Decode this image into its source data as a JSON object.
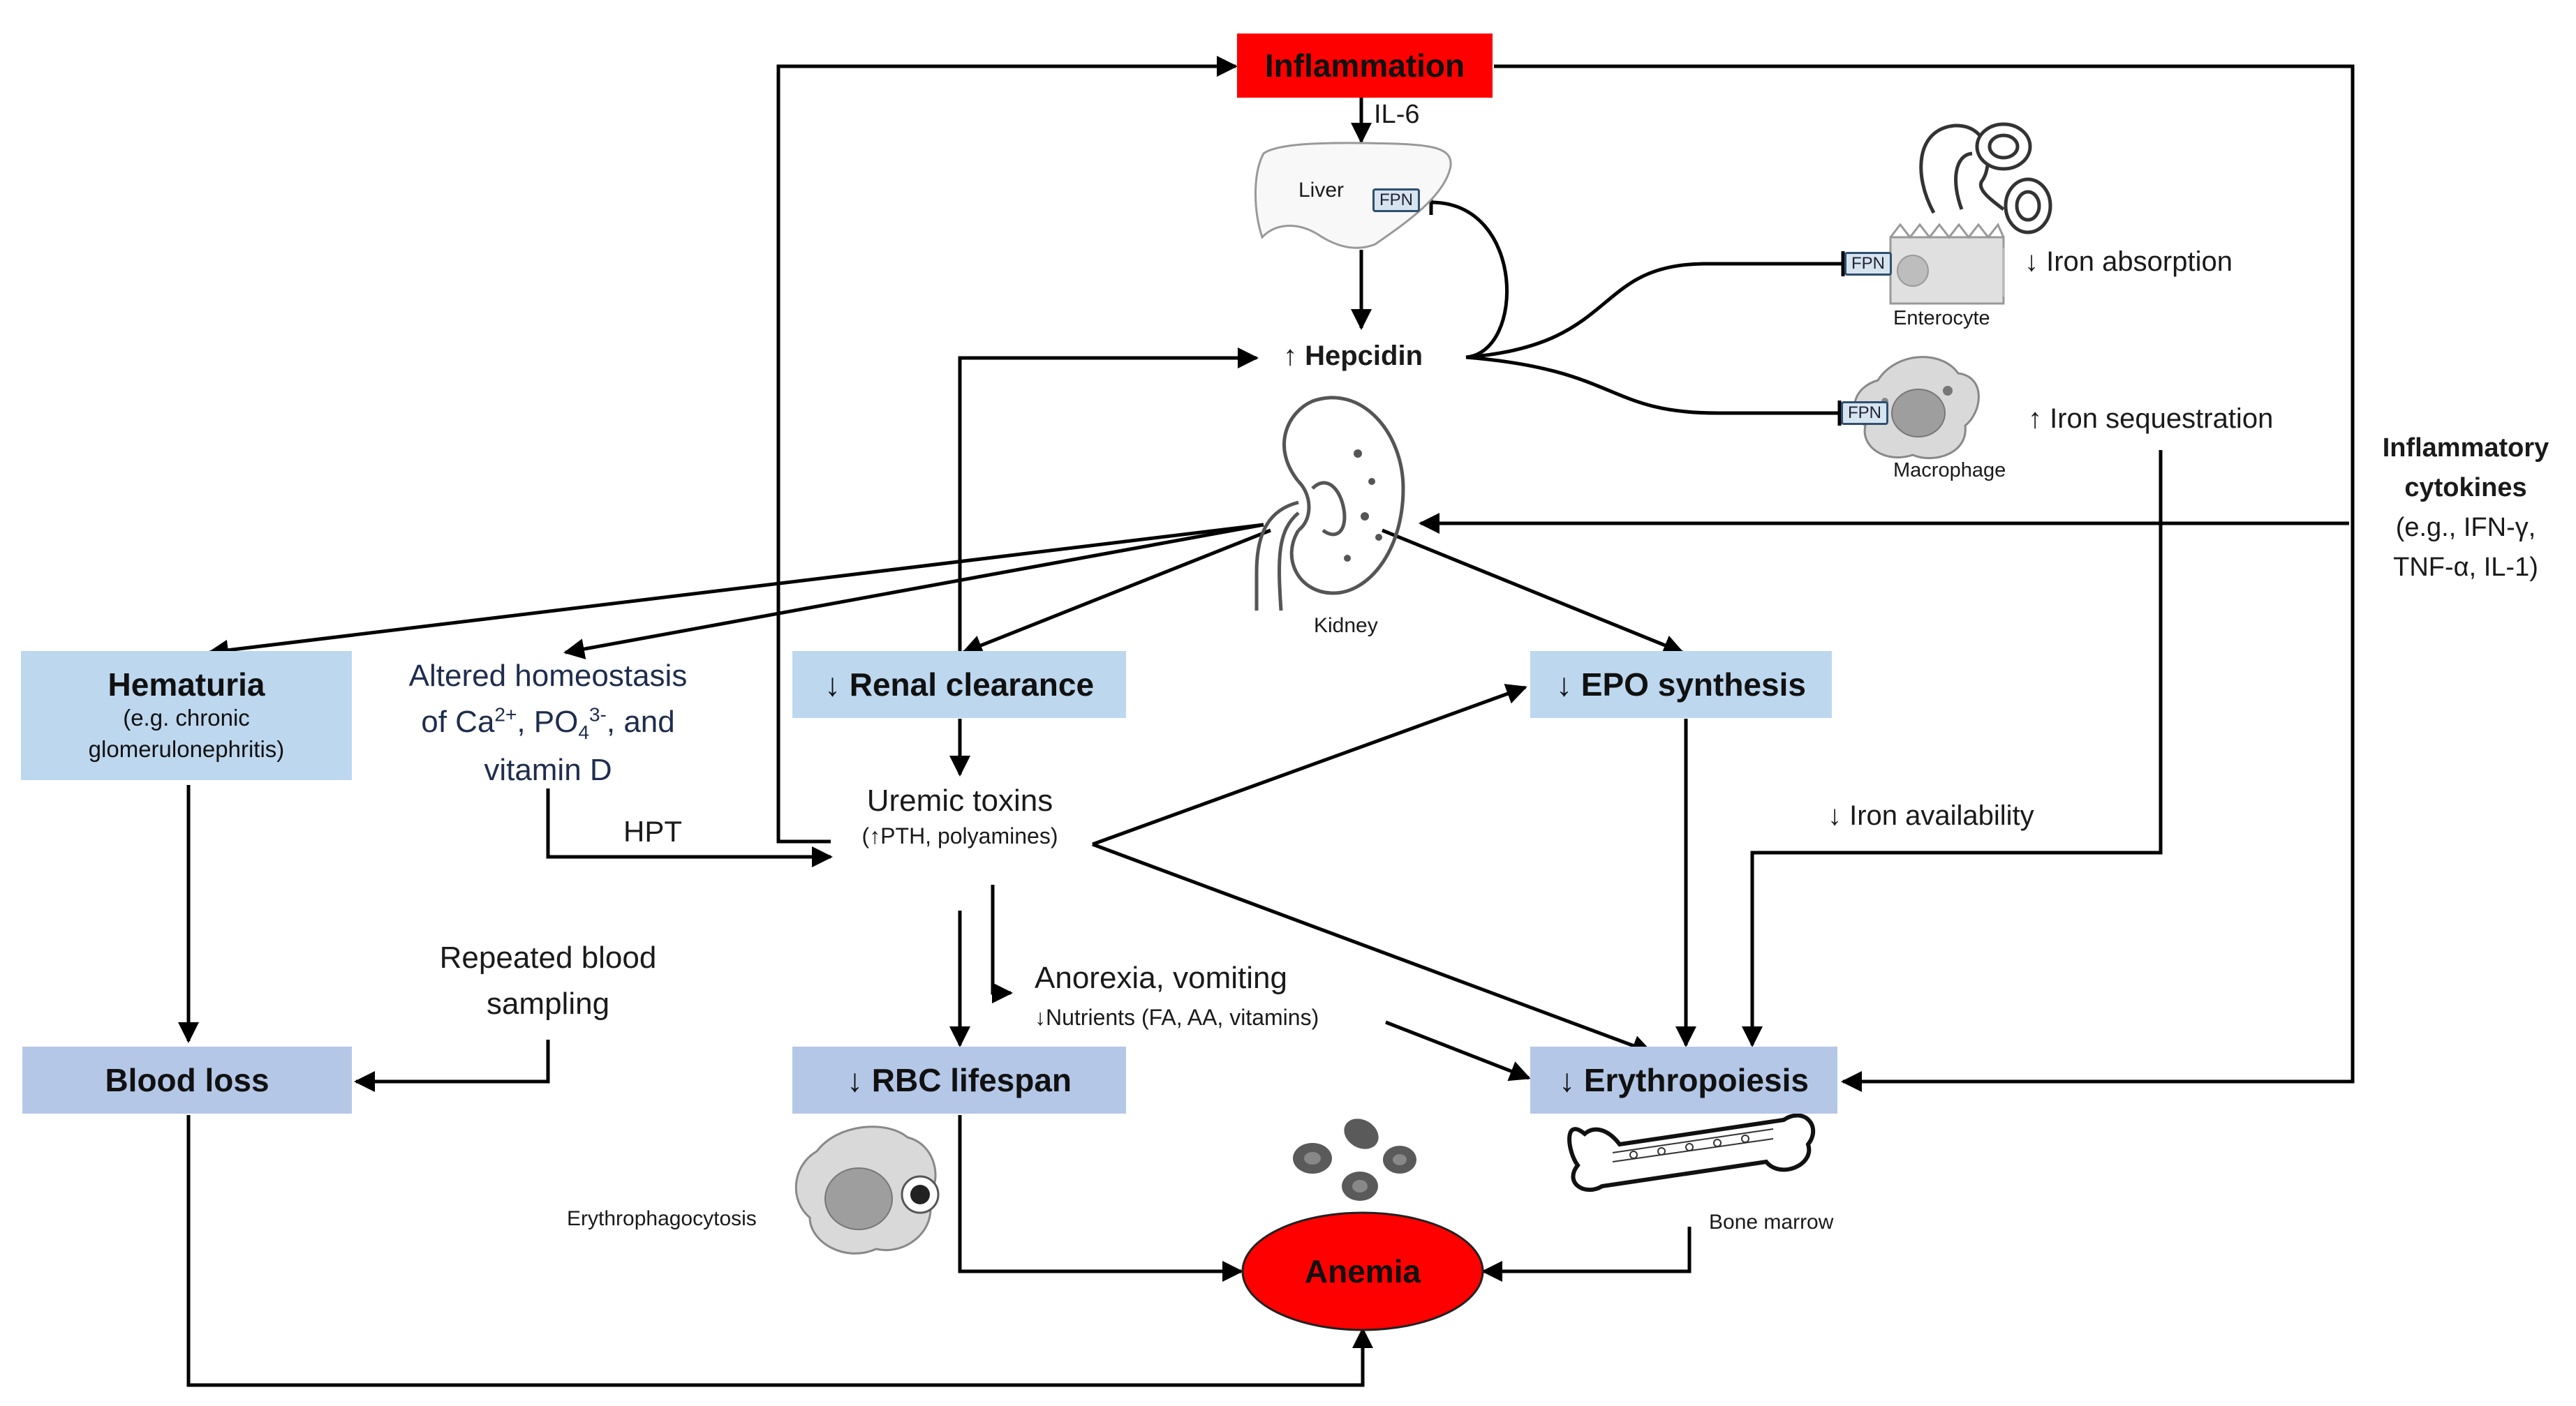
{
  "diagram": {
    "inflammation": "Inflammation",
    "il6": "IL-6",
    "liver": "Liver",
    "fpn": "FPN",
    "hepcidin": "↑ Hepcidin",
    "enterocyte": "Enterocyte",
    "macrophage": "Macrophage",
    "iron_absorption": "↓ Iron absorption",
    "iron_sequestration": "↑ Iron sequestration",
    "inflammatory_cytokines_title": "Inflammatory cytokines",
    "inflammatory_cytokines_line1": "(e.g., IFN-γ,",
    "inflammatory_cytokines_line2": "TNF-α, IL-1)",
    "kidney": "Kidney",
    "hematuria_title": "Hematuria",
    "hematuria_sub1": "(e.g. chronic",
    "hematuria_sub2": "glomerulonephritis)",
    "altered_line1": "Altered homeostasis",
    "altered_line2_a": "of Ca",
    "altered_line2_sup1": "2+",
    "altered_line2_b": ", PO",
    "altered_line2_sub": "4",
    "altered_line2_sup2": "3-",
    "altered_line2_c": ", and",
    "altered_line3": "vitamin D",
    "renal_clearance": "↓ Renal clearance",
    "epo_synthesis": "↓ EPO synthesis",
    "hpt": "HPT",
    "uremic_toxins": "Uremic toxins",
    "uremic_toxins_sub": "(↑PTH, polyamines)",
    "iron_availability": "↓ Iron availability",
    "repeated_line1": "Repeated blood",
    "repeated_line2": "sampling",
    "anorexia": "Anorexia, vomiting",
    "nutrients": "↓Nutrients (FA, AA, vitamins)",
    "blood_loss": "Blood loss",
    "rbc_lifespan": "↓ RBC lifespan",
    "erythropoiesis": "↓ Erythropoiesis",
    "erythrophagocytosis": "Erythrophagocytosis",
    "bone_marrow": "Bone marrow",
    "anemia": "Anemia"
  }
}
